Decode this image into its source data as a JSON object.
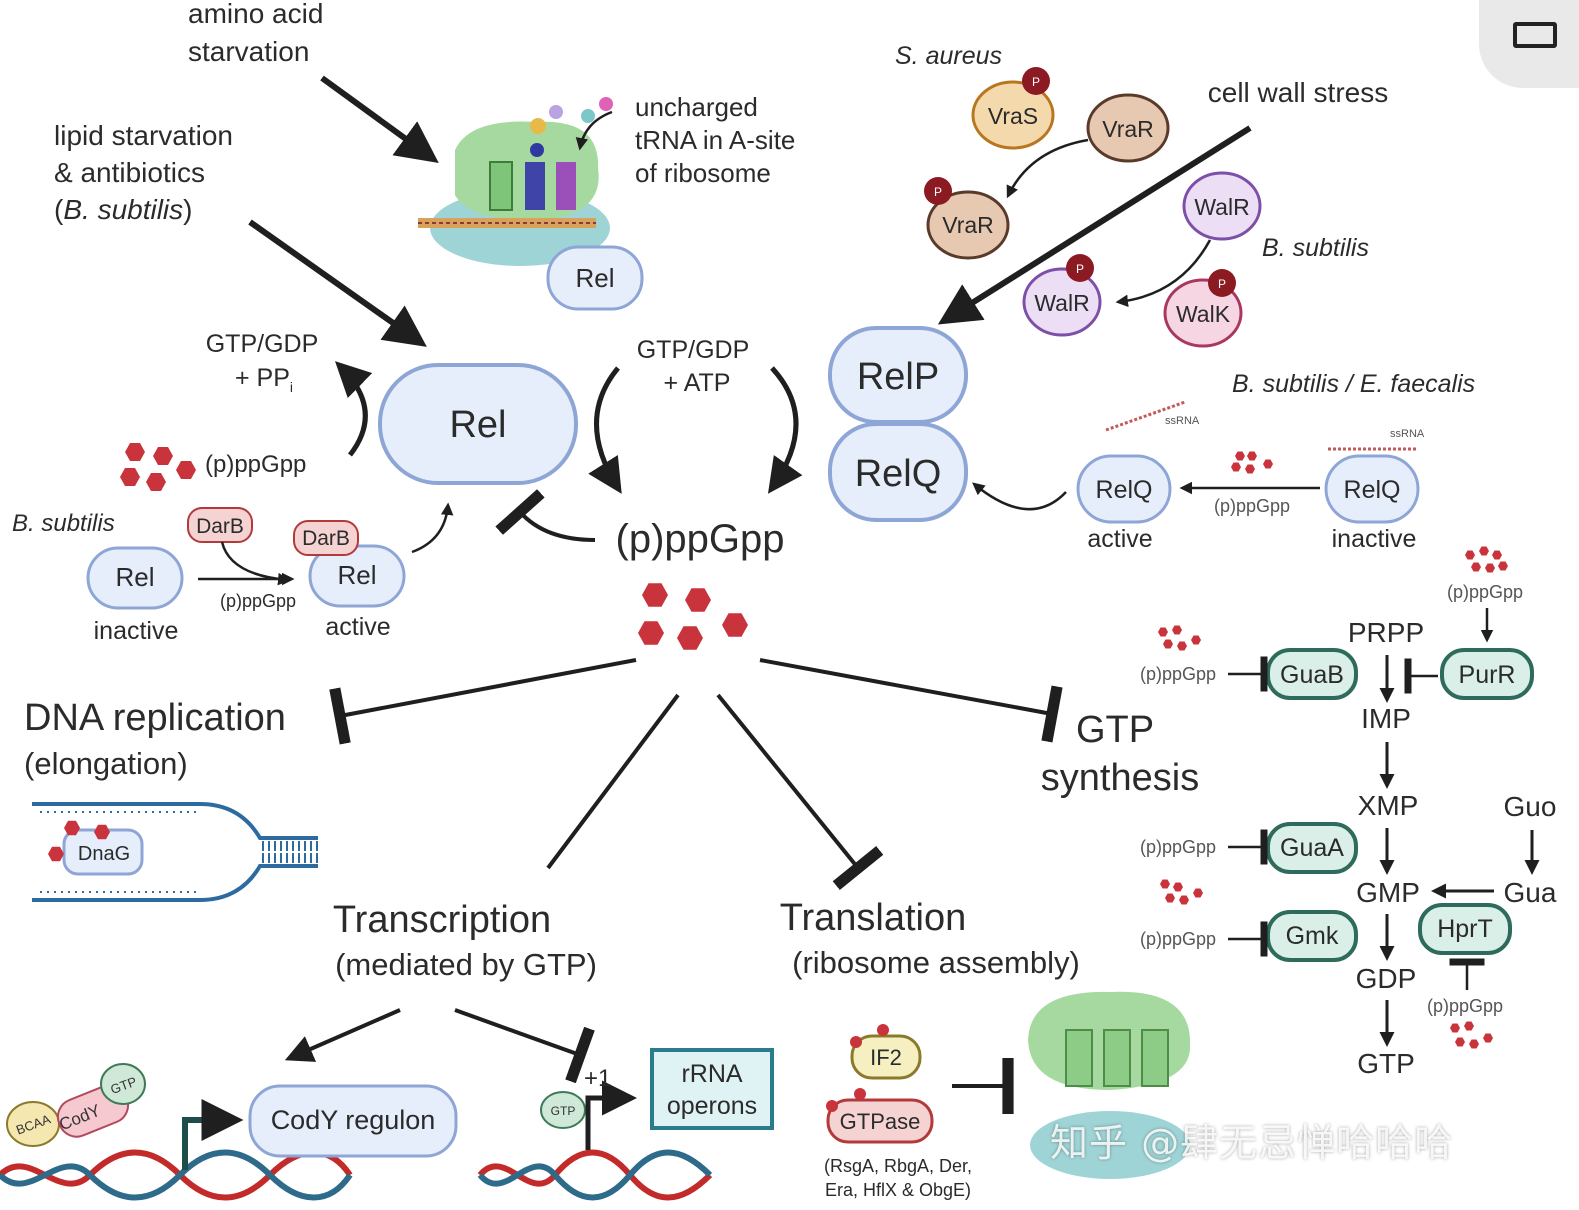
{
  "triggers": {
    "amino_acid": [
      "amino acid",
      "starvation"
    ],
    "lipid": [
      "lipid starvation",
      "& antibiotics",
      "B. subtilis"
    ],
    "ribosome_note": [
      "uncharged",
      "tRNA in A-site",
      "of ribosome"
    ],
    "cell_wall": "cell wall stress"
  },
  "species": {
    "s_aureus": "S. aureus",
    "b_subtilis": "B. subtilis",
    "b_subtilis_e_faecalis": "B. subtilis / E. faecalis"
  },
  "proteins": {
    "rel": "Rel",
    "relp": "RelP",
    "relq": "RelQ",
    "vras": "VraS",
    "vrar": "VraR",
    "walr": "WalR",
    "walk": "WalK",
    "darb": "DarB",
    "guab": "GuaB",
    "guaa": "GuaA",
    "gmk": "Gmk",
    "purr": "PurR",
    "hprt": "HprT",
    "dnag": "DnaG",
    "cody": "CodY",
    "bcaa": "BCAA",
    "gtp_small": "GTP",
    "if2": "IF2",
    "gtpase": "GTPase",
    "p": "P"
  },
  "reactions": {
    "hydrolysis": [
      "GTP/GDP",
      "+ PP",
      "i"
    ],
    "synthesis": [
      "GTP/GDP",
      "+ ATP"
    ],
    "alarmone": "(p)ppGpp",
    "ssrna": "ssRNA"
  },
  "states": {
    "active": "active",
    "inactive": "inactive"
  },
  "outcomes": {
    "dna": [
      "DNA replication",
      "(elongation)"
    ],
    "transcription": [
      "Transcription",
      "(mediated by GTP)"
    ],
    "translation": [
      "Translation",
      "(ribosome assembly)"
    ],
    "gtp_synthesis": [
      "GTP",
      "synthesis"
    ]
  },
  "targets": {
    "cody_regulon": "CodY regulon",
    "rrna": [
      "rRNA",
      "operons"
    ],
    "plus_one": "+1",
    "gtpase_list": [
      "(RsgA, RbgA, Der,",
      "Era, HflX & ObgE)"
    ]
  },
  "metabolites": {
    "prpp": "PRPP",
    "imp": "IMP",
    "xmp": "XMP",
    "gmp": "GMP",
    "gdp": "GDP",
    "gtp": "GTP",
    "guo": "Guo",
    "gua": "Gua"
  },
  "watermark": "知乎 @肆无忌惮哈哈哈",
  "colors": {
    "rel_fill": "#e6eefb",
    "rel_stroke": "#8ea6d6",
    "alarmone": "#c9343c",
    "darb_fill": "#f6d3d3",
    "enzyme_fill": "#d9efe7",
    "enzyme_stroke": "#2e6b5c",
    "vra_fill": "#e7c9b2",
    "vras_fill": "#f4d9ad",
    "wal_fill": "#ecdff5",
    "wal_stroke": "#7d4fa8",
    "ribosome": "#a6d9a0",
    "rrna_stroke": "#2c7b8c"
  }
}
